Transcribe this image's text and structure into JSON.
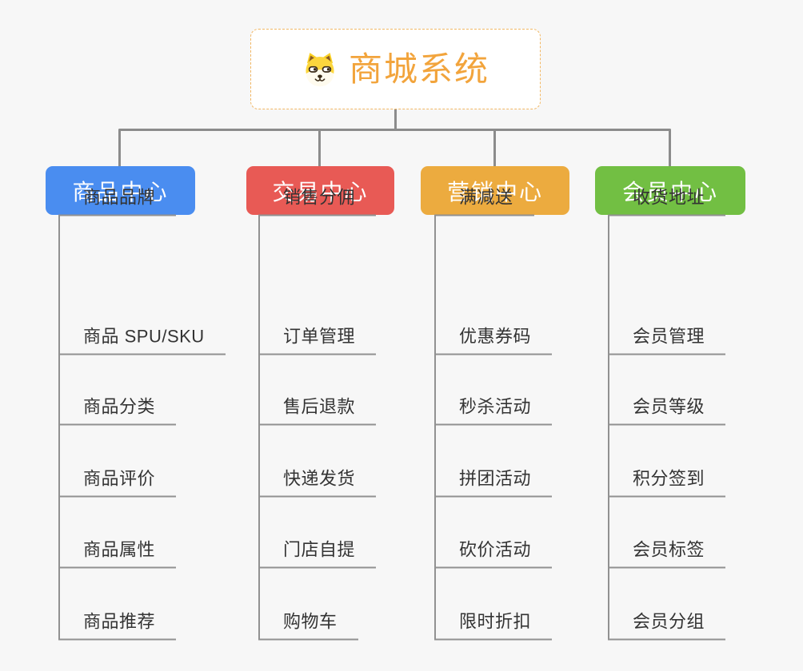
{
  "page": {
    "background_color": "#f7f7f7",
    "connector_color": "#8c8c8c",
    "leaf_line_color": "#919191",
    "leaf_text_color": "#333333"
  },
  "root": {
    "title": "商城系统",
    "icon": "dog-face-icon",
    "text_color": "#f2a43c",
    "border_color": "#f2b763"
  },
  "branches": [
    {
      "id": "goods",
      "label": "商品中心",
      "color": "#4a8df0",
      "items": [
        "商品 SPU/SKU",
        "商品分类",
        "商品评价",
        "商品属性",
        "商品推荐",
        "商品品牌"
      ]
    },
    {
      "id": "trade",
      "label": "交易中心",
      "color": "#e85a55",
      "items": [
        "订单管理",
        "售后退款",
        "快递发货",
        "门店自提",
        "购物车",
        "销售分佣"
      ]
    },
    {
      "id": "marketing",
      "label": "营销中心",
      "color": "#ecab3f",
      "items": [
        "优惠券码",
        "秒杀活动",
        "拼团活动",
        "砍价活动",
        "限时折扣",
        "满减送"
      ]
    },
    {
      "id": "member",
      "label": "会员中心",
      "color": "#72bf43",
      "items": [
        "会员管理",
        "会员等级",
        "积分签到",
        "会员标签",
        "会员分组",
        "收货地址"
      ]
    }
  ]
}
